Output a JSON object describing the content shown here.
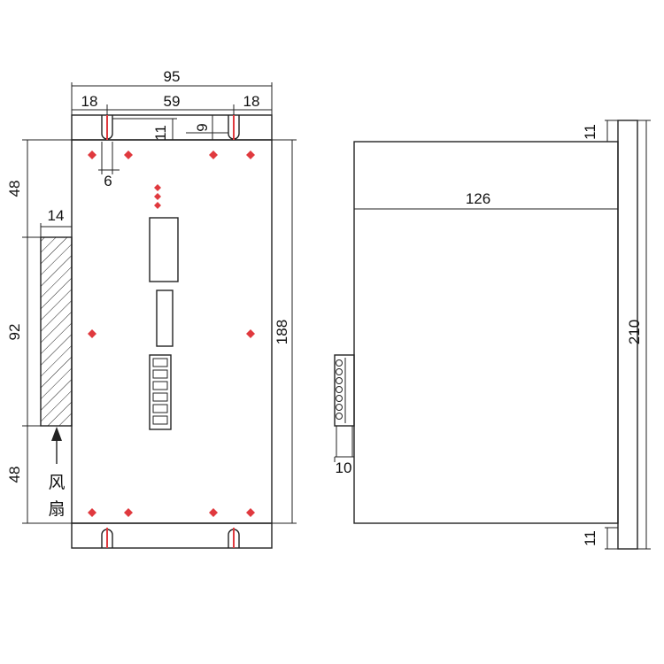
{
  "colors": {
    "line": "#222222",
    "mark": "#e0393e",
    "background": "#ffffff"
  },
  "front_view": {
    "dims": {
      "overall_width": "95",
      "left_slot_offset": "18",
      "slot_spacing": "59",
      "right_slot_offset": "18",
      "top_flange": "11",
      "slot_depth": "9",
      "slot_width": "6",
      "upper_section": "48",
      "fan_width": "14",
      "fan_height": "92",
      "lower_section": "48",
      "body_height": "188"
    },
    "fan_label_1": "风",
    "fan_label_2": "扇"
  },
  "side_view": {
    "dims": {
      "depth": "126",
      "flange_top": "11",
      "flange_bottom": "11",
      "overall_height": "210",
      "terminal_width": "10"
    }
  }
}
